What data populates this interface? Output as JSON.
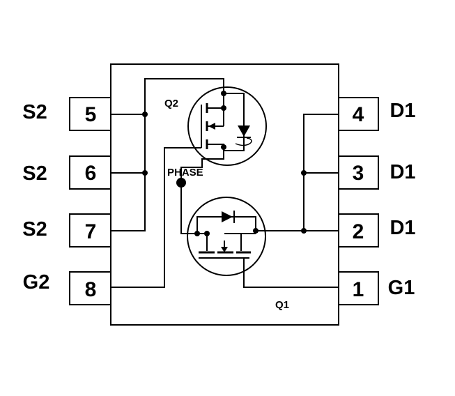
{
  "pins": [
    {
      "num": "5",
      "name": "S2"
    },
    {
      "num": "6",
      "name": "S2"
    },
    {
      "num": "7",
      "name": "S2"
    },
    {
      "num": "8",
      "name": "G2"
    },
    {
      "num": "4",
      "name": "D1"
    },
    {
      "num": "3",
      "name": "D1"
    },
    {
      "num": "2",
      "name": "D1"
    },
    {
      "num": "1",
      "name": "G1"
    }
  ],
  "labels": {
    "q2": "Q2",
    "q1": "Q1",
    "phase": "PHASE"
  }
}
